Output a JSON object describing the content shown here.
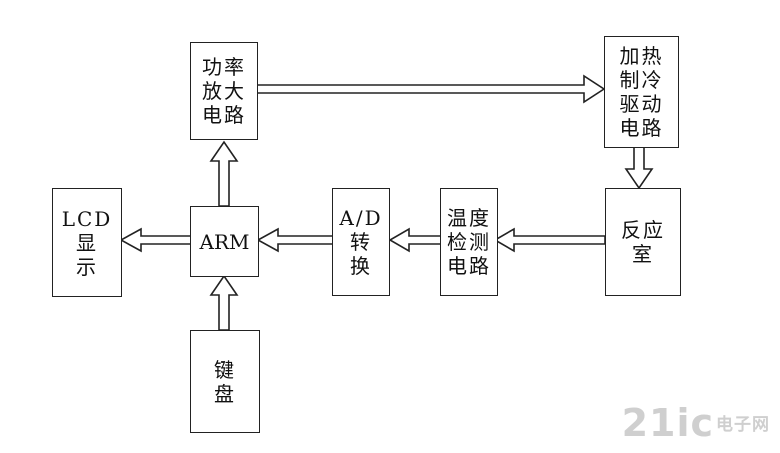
{
  "blocks": {
    "power_amp": "功率\n放大\n电路",
    "heat_cool_drive": "加热\n制冷\n驱动\n电路",
    "reaction_chamber": "反应\n室",
    "temp_detect": "温度\n检测\n电路",
    "ad_convert": "A/D\n转\n换",
    "arm": "ARM",
    "lcd": "LCD\n显\n示",
    "keyboard": "键\n盘"
  },
  "watermark": {
    "main": "21ic",
    "sub": "电子网"
  }
}
